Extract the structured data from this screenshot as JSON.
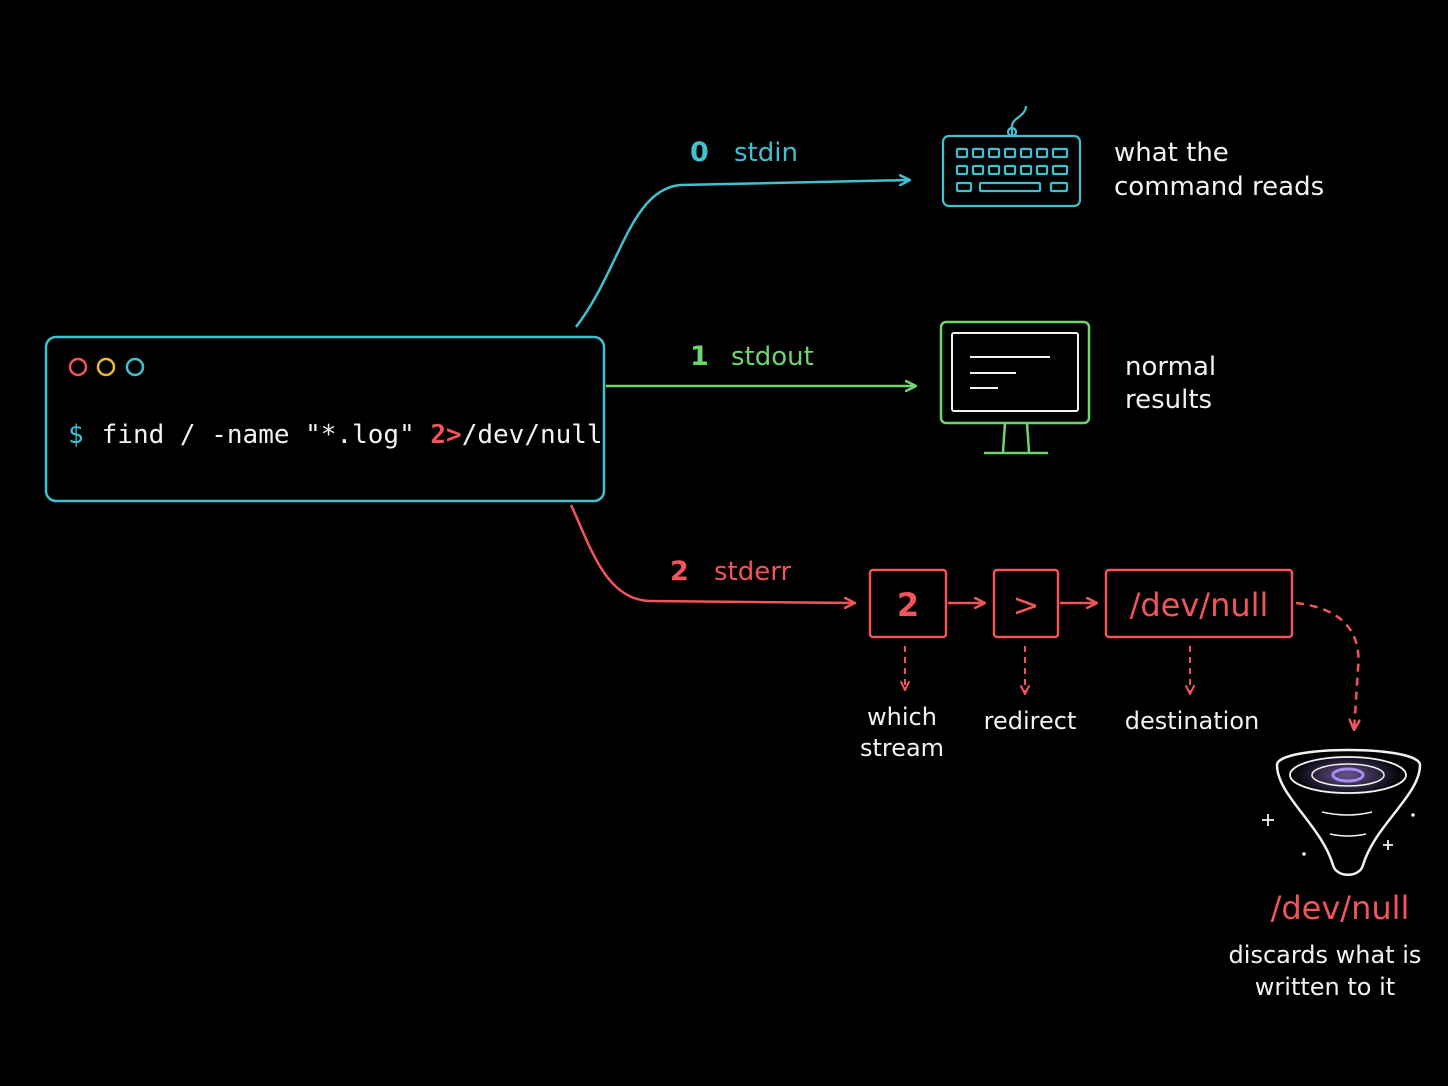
{
  "colors": {
    "background": "#000000",
    "cyan": "#3fc1cf",
    "green": "#6fd66f",
    "red": "#f2545b",
    "yellow": "#e9b93a",
    "purple": "#a98bf0",
    "white": "#f2f2f2"
  },
  "terminal": {
    "dots": [
      "red-dot",
      "yellow-dot",
      "cyan-dot"
    ],
    "prompt": "$",
    "command_main": "find / -name \"*.log\" ",
    "command_redirect": "2>",
    "command_target": "/dev/null"
  },
  "streams": {
    "stdin": {
      "number": "0",
      "name": "stdin",
      "icon": "keyboard-icon",
      "desc_line1": "what the",
      "desc_line2": "command reads"
    },
    "stdout": {
      "number": "1",
      "name": "stdout",
      "icon": "monitor-icon",
      "desc_line1": "normal",
      "desc_line2": "results"
    },
    "stderr": {
      "number": "2",
      "name": "stderr"
    }
  },
  "redirect_parts": [
    {
      "symbol": "2",
      "caption_line1": "which",
      "caption_line2": "stream"
    },
    {
      "symbol": ">",
      "caption_line1": "redirect",
      "caption_line2": ""
    },
    {
      "symbol": "/dev/null",
      "caption_line1": "destination",
      "caption_line2": ""
    }
  ],
  "sink": {
    "icon": "black-hole-funnel-icon",
    "title": "/dev/null",
    "desc_line1": "discards what is",
    "desc_line2": "written to it"
  }
}
